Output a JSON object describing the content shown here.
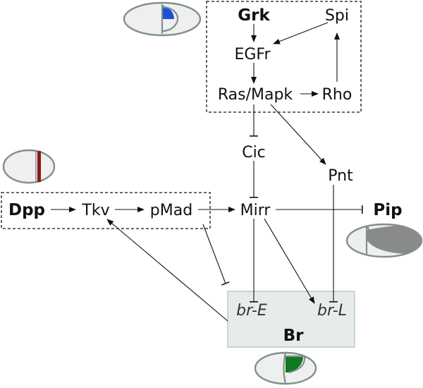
{
  "nodes": {
    "grk": "Grk",
    "spi": "Spi",
    "egfr": "EGFr",
    "ras_mapk": "Ras/Mapk",
    "rho": "Rho",
    "cic": "Cic",
    "pnt": "Pnt",
    "dpp": "Dpp",
    "tkv": "Tkv",
    "pmad": "pMad",
    "mirr": "Mirr",
    "pip": "Pip",
    "br_e": "br-E",
    "br_l": "br-L",
    "br": "Br"
  },
  "colors": {
    "grk_pattern": "#1f4fd6",
    "dpp_pattern": "#8b1a1a",
    "pip_pattern": "#8a8a8a",
    "br_pattern": "#0f7a1f",
    "br_box_fill": "#e7ecea",
    "egg_outline": "#7f918a"
  },
  "edges": [
    {
      "from": "Grk",
      "to": "EGFr",
      "type": "activation"
    },
    {
      "from": "Spi",
      "to": "EGFr",
      "type": "activation"
    },
    {
      "from": "EGFr",
      "to": "Ras/Mapk",
      "type": "activation"
    },
    {
      "from": "Ras/Mapk",
      "to": "Rho",
      "type": "activation"
    },
    {
      "from": "Rho",
      "to": "Spi",
      "type": "activation"
    },
    {
      "from": "Ras/Mapk",
      "to": "Cic",
      "type": "inhibition"
    },
    {
      "from": "Ras/Mapk",
      "to": "Pnt",
      "type": "activation"
    },
    {
      "from": "Cic",
      "to": "Mirr",
      "type": "inhibition"
    },
    {
      "from": "Dpp",
      "to": "Tkv",
      "type": "activation"
    },
    {
      "from": "Tkv",
      "to": "pMad",
      "type": "activation"
    },
    {
      "from": "pMad",
      "to": "Mirr",
      "type": "activation"
    },
    {
      "from": "Mirr",
      "to": "Pip",
      "type": "inhibition"
    },
    {
      "from": "Mirr",
      "to": "br-E",
      "type": "inhibition"
    },
    {
      "from": "Mirr",
      "to": "br-L",
      "type": "activation"
    },
    {
      "from": "Pnt",
      "to": "br-L",
      "type": "inhibition"
    },
    {
      "from": "pMad",
      "to": "br-E",
      "type": "inhibition"
    },
    {
      "from": "Br",
      "to": "Tkv",
      "type": "activation"
    }
  ]
}
